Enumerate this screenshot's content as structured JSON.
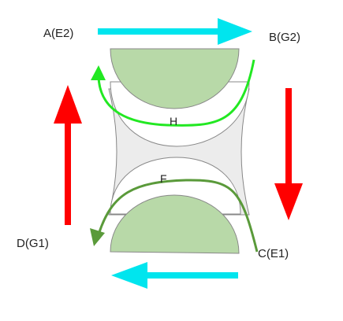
{
  "labels": {
    "a": "A(E2)",
    "b": "B(G2)",
    "c": "C(E1)",
    "d": "D(G1)",
    "h": "H",
    "f": "F"
  },
  "colors": {
    "cyan_arrow": "#00e5ee",
    "red_arrow": "#ff0000",
    "bright_green_curve": "#22e822",
    "dark_green_curve": "#5a9a3a",
    "lobe_fill": "#b8d9a8",
    "body_fill": "#ececec",
    "outline": "#888888"
  }
}
